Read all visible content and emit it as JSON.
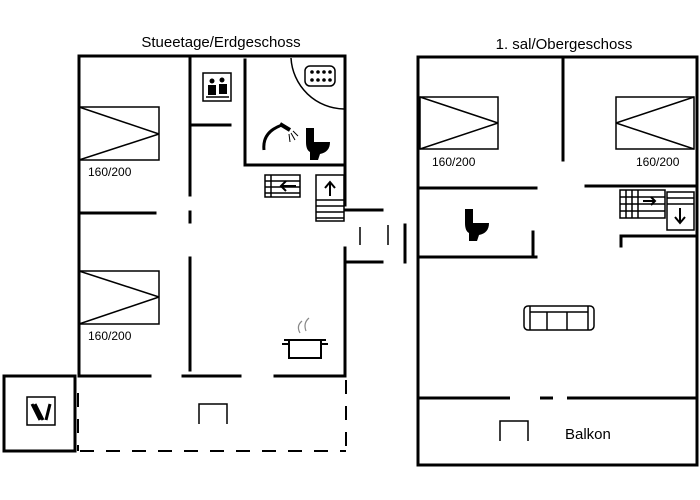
{
  "floors": {
    "ground": {
      "title": "Stueetage/Erdgeschoss"
    },
    "upper": {
      "title": "1. sal/Obergeschoss"
    }
  },
  "rooms": {
    "bed_labels": [
      "160/200",
      "160/200",
      "160/200",
      "160/200"
    ],
    "balcony_label": "Balkon"
  },
  "icons": [
    "sauna-icon",
    "jacuzzi-icon",
    "shower-icon",
    "toilet-icon",
    "stairs-icon",
    "cooking-pot-icon",
    "sofa-icon",
    "bed-icon",
    "chair-icon",
    "outdoor-shower-icon"
  ]
}
